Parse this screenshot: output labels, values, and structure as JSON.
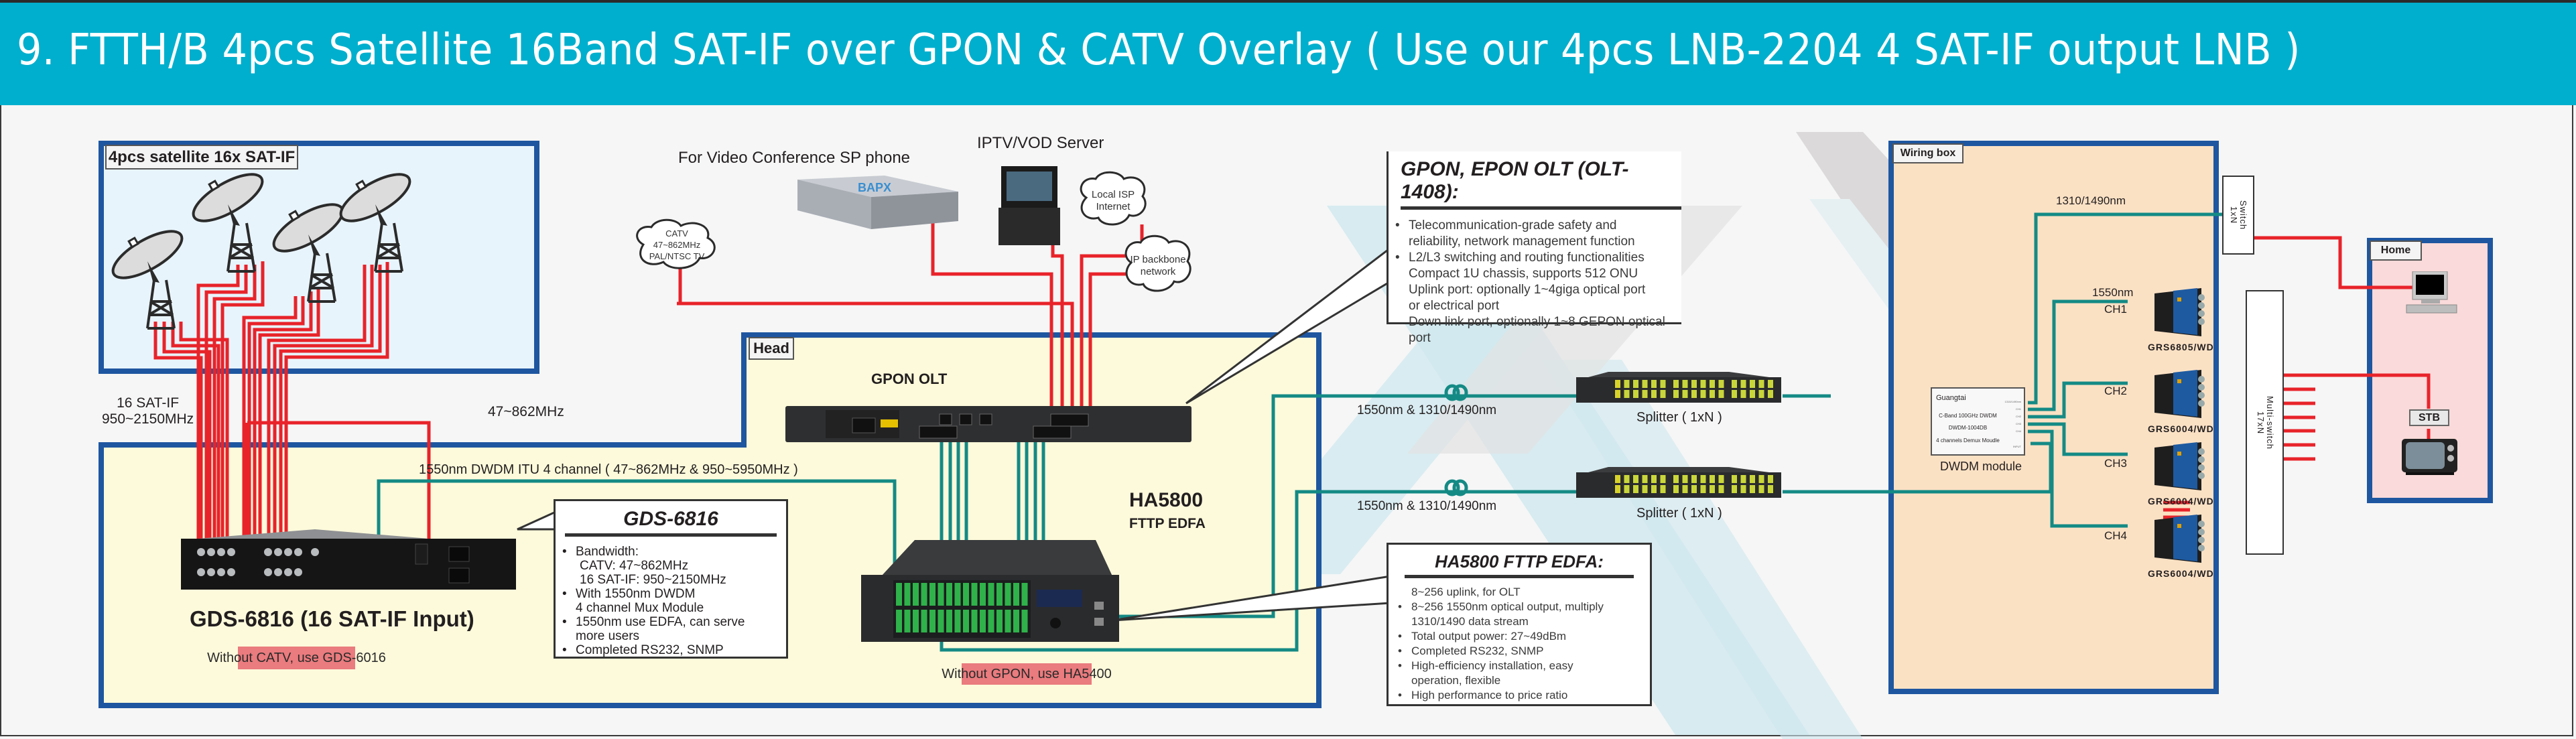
{
  "header": {
    "title": "9.  FTTH/B 4pcs Satellite 16Band SAT-IF over GPON & CATV Overlay   ( Use our 4pcs LNB-2204 4 SAT-IF output LNB )"
  },
  "colors": {
    "title_bar": "#00afcd",
    "panel_border": "#1e56a0",
    "satellite_panel_bg": "#e8f4fc",
    "head_panel_bg": "#fdfadb",
    "wiring_box_bg": "#fbe1c4",
    "home_bg": "#fadada",
    "rf_cable": "#e8232a",
    "fiber_cable": "#148a85",
    "note_badge": "#ea7b7e"
  },
  "satellite_panel": {
    "label": "4pcs satellite 16x SAT-IF",
    "dish_count": 4,
    "dish_icon": "satellite-dish-icon"
  },
  "labels": {
    "sat_if_line1": "16 SAT-IF",
    "sat_if_line2": "950~2150MHz",
    "catv_freq": "47~862MHz",
    "dwdm_channel": "1550nm  DWDM ITU 4 channel  ( 47~862MHz & 950~5950MHz )",
    "video_conf": "For Video Conference SP phone",
    "iptv_server": "IPTV/VOD Server",
    "bapx_brand": "BAPX",
    "gpon_olt": "GPON  OLT",
    "ha5800": "HA5800",
    "ftpp_edfa": "FTTP  EDFA",
    "gds_device": "GDS-6816   (16 SAT-IF Input)",
    "fiber_link_1": "1550nm & 1310/1490nm",
    "fiber_link_2": "1550nm & 1310/1490nm",
    "splitter_1": "Splitter ( 1xN )",
    "splitter_2": "Splitter ( 1xN )"
  },
  "clouds": {
    "catv": [
      "CATV",
      "47~862MHz",
      "PAL/NTSC TV"
    ],
    "local_isp": [
      "Local ISP",
      "Internet"
    ],
    "ip_backbone": [
      "IP backbone",
      "network"
    ]
  },
  "head_panel": {
    "label": "Head"
  },
  "badges": {
    "without_catv": "Without CATV, use GDS-6016",
    "without_gpon": "Without GPON, use HA5400"
  },
  "gds_callout": {
    "title": "GDS-6816",
    "items": [
      {
        "bullet": true,
        "text": "Bandwidth:"
      },
      {
        "bullet": false,
        "indent": true,
        "text": "CATV:  47~862MHz"
      },
      {
        "bullet": false,
        "indent": true,
        "text": "16 SAT-IF:  950~2150MHz"
      },
      {
        "bullet": true,
        "text": "With 1550nm DWDM"
      },
      {
        "bullet": false,
        "text": "4 channel Mux Module"
      },
      {
        "bullet": true,
        "text": "1550nm use EDFA, can serve"
      },
      {
        "bullet": false,
        "text": "more users"
      },
      {
        "bullet": true,
        "text": " Completed RS232, SNMP"
      }
    ]
  },
  "olt_callout": {
    "title": "GPON, EPON OLT  (OLT-1408):",
    "items": [
      {
        "bullet": true,
        "text": "Telecommunication-grade safety and"
      },
      {
        "bullet": false,
        "text": "reliability, network management function"
      },
      {
        "bullet": true,
        "text": "L2/L3 switching and routing functionalities"
      },
      {
        "bullet": false,
        "text": "Compact 1U chassis, supports 512 ONU"
      },
      {
        "bullet": false,
        "text": "Uplink port: optionally 1~4giga optical port"
      },
      {
        "bullet": false,
        "text": "or electrical port"
      },
      {
        "bullet": false,
        "text": "Down link port, optionally 1~8 GEPON optical"
      },
      {
        "bullet": false,
        "text": "port"
      }
    ]
  },
  "edfa_callout": {
    "title": "HA5800 FTTP EDFA:",
    "items": [
      {
        "bullet": false,
        "text": "8~256 uplink, for OLT"
      },
      {
        "bullet": true,
        "text": "8~256 1550nm optical output, multiply"
      },
      {
        "bullet": false,
        "text": "1310/1490 data stream"
      },
      {
        "bullet": true,
        "text": "Total output power: 27~49dBm"
      },
      {
        "bullet": true,
        "text": "Completed RS232, SNMP"
      },
      {
        "bullet": true,
        "text": "High-efficiency installation, easy"
      },
      {
        "bullet": false,
        "text": "operation, flexible"
      },
      {
        "bullet": true,
        "text": "High performance to price ratio"
      }
    ]
  },
  "wiring_box": {
    "label": "Wiring box",
    "data_wavelength": "1310/1490nm",
    "rf_wavelength": "1550nm",
    "switch_label": [
      "Switch",
      "1xN"
    ],
    "multiswitch_label": [
      "Multi-switch",
      "17xN"
    ],
    "dwdm_module": {
      "brand": "Guangtai",
      "line1": "C-Band 100GHz DWDM",
      "line2": "DWDM-1004DB",
      "line3": "4 channels Demux Moudle",
      "ports": [
        "1310/1490nm",
        "CH1",
        "CH2",
        "CH3",
        "CH4",
        "INPUT"
      ],
      "caption": "DWDM module"
    },
    "channels": [
      {
        "ch": "CH1",
        "receiver": "GRS6805/WD"
      },
      {
        "ch": "CH2",
        "receiver": "GRS6004/WD"
      },
      {
        "ch": "CH3",
        "receiver": "GRS6004/WD"
      },
      {
        "ch": "CH4",
        "receiver": "GRS6004/WD"
      }
    ]
  },
  "home": {
    "label": "Home",
    "stb_label": "STB",
    "pc_icon": "computer-icon",
    "tv_icon": "tv-icon"
  }
}
